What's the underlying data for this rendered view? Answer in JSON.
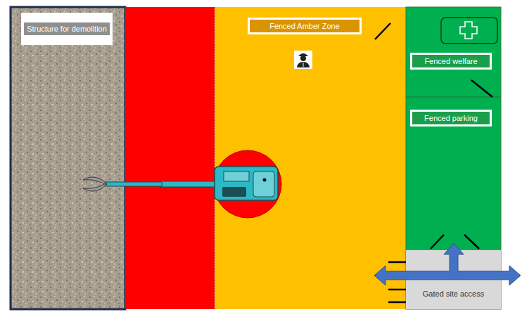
{
  "diagram": {
    "nodes": [
      {
        "text": [
          "Structure for demolition"
        ]
      },
      {
        "text": [
          "Fenced Amber Zone"
        ]
      },
      {
        "text": [
          "Fenced welfare"
        ]
      },
      {
        "text": [
          "Fenced parking"
        ]
      },
      {
        "text": [
          "Gated site access"
        ]
      }
    ]
  }
}
